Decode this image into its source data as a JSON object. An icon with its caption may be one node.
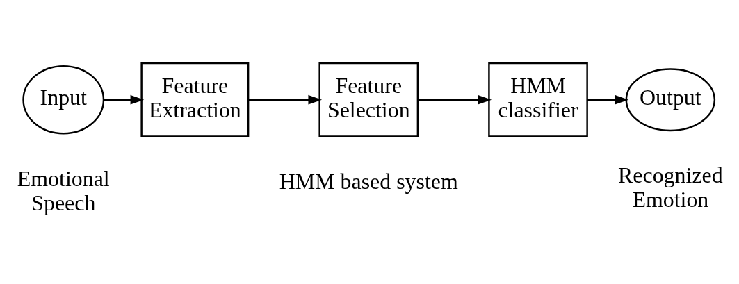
{
  "diagram": {
    "nodes": [
      {
        "text": [
          "Input"
        ],
        "beside": [
          "Emotional Speech"
        ]
      },
      {
        "text": [
          "Feature Extraction"
        ]
      },
      {
        "text": [
          "Feature Selection"
        ]
      },
      {
        "text": [
          "HMM classifier"
        ]
      },
      {
        "text": [
          "Output"
        ],
        "beside": [
          "Recognized Emotion"
        ]
      }
    ],
    "edges": [
      {
        "from": 0,
        "to": 1,
        "arrow": "to"
      },
      {
        "from": 1,
        "to": 2,
        "arrow": "to"
      },
      {
        "from": 2,
        "to": 3,
        "arrow": "to"
      },
      {
        "from": 3,
        "to": 4,
        "arrow": "to"
      }
    ],
    "labels": [
      "HMM based system"
    ]
  }
}
